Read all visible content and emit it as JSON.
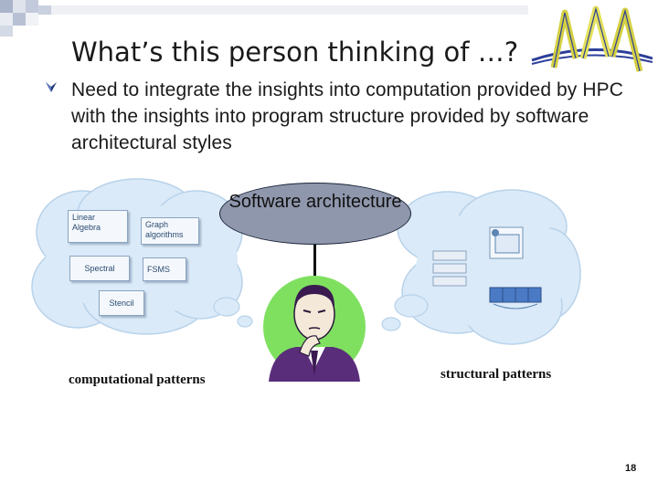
{
  "slide": {
    "title": "What’s this person thinking of …?",
    "bullet": "Need to integrate the insights into computation provided by HPC with the insights into program structure provided by software architectural styles",
    "page_number": "18"
  },
  "diagram": {
    "center_label": "Software architecture",
    "left_caption": "computational patterns",
    "right_caption": "structural patterns",
    "computational_boxes": [
      "Linear Algebra",
      "Graph algorithms",
      "Spectral",
      "FSMS",
      "Stencil"
    ]
  },
  "colors": {
    "cloud_fill": "#daeaf8",
    "cloud_stroke": "#b8d2ea",
    "ellipse_fill": "#8f97ad",
    "person_bg": "#7fe060",
    "person_suit": "#5a2d7a",
    "logo_yellow": "#e3e05a",
    "logo_blue": "#2d3f9a"
  },
  "icons": [
    "checkmark-bullet-icon",
    "bridge-logo-icon",
    "thinking-man-icon",
    "flow-diagram-icon",
    "pipeline-icon",
    "layers-icon"
  ]
}
